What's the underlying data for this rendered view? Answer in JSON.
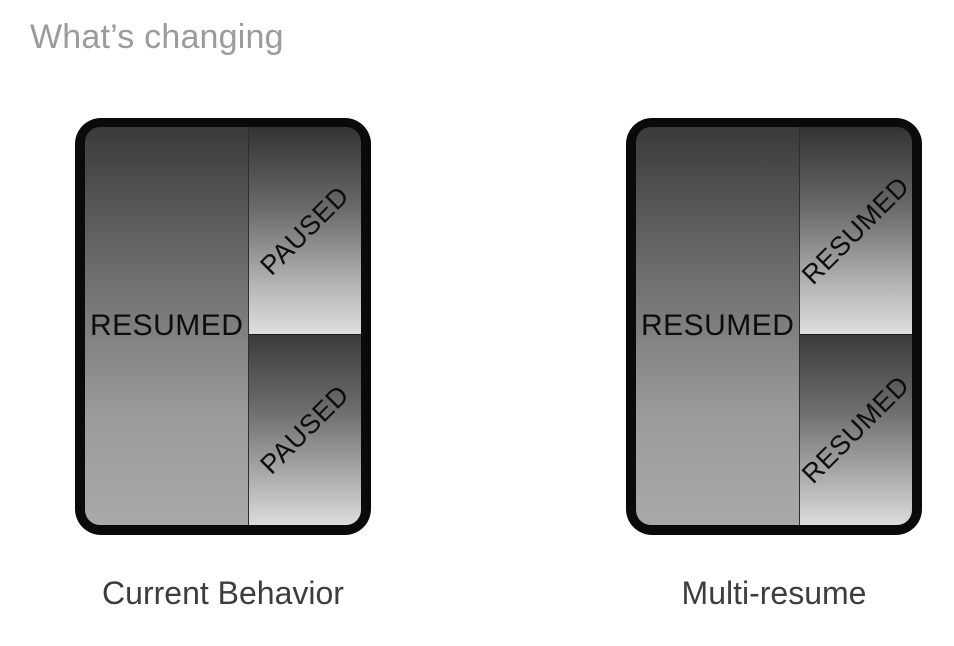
{
  "page": {
    "title": "What’s changing",
    "background_color": "#ffffff",
    "title_color": "#9b9b9b",
    "caption_color": "#3d3d3d",
    "bezel_color": "#0a0a0a",
    "label_color": "#0d0d0d"
  },
  "devices": [
    {
      "id": "current-behavior",
      "caption": "Current Behavior",
      "panes": {
        "main": {
          "label": "RESUMED",
          "orientation": "horizontal"
        },
        "top_right": {
          "label": "PAUSED",
          "orientation": "diagonal"
        },
        "bottom_right": {
          "label": "PAUSED",
          "orientation": "diagonal"
        }
      }
    },
    {
      "id": "multi-resume",
      "caption": "Multi-resume",
      "panes": {
        "main": {
          "label": "RESUMED",
          "orientation": "horizontal"
        },
        "top_right": {
          "label": "RESUMED",
          "orientation": "diagonal"
        },
        "bottom_right": {
          "label": "RESUMED",
          "orientation": "diagonal"
        }
      }
    }
  ]
}
